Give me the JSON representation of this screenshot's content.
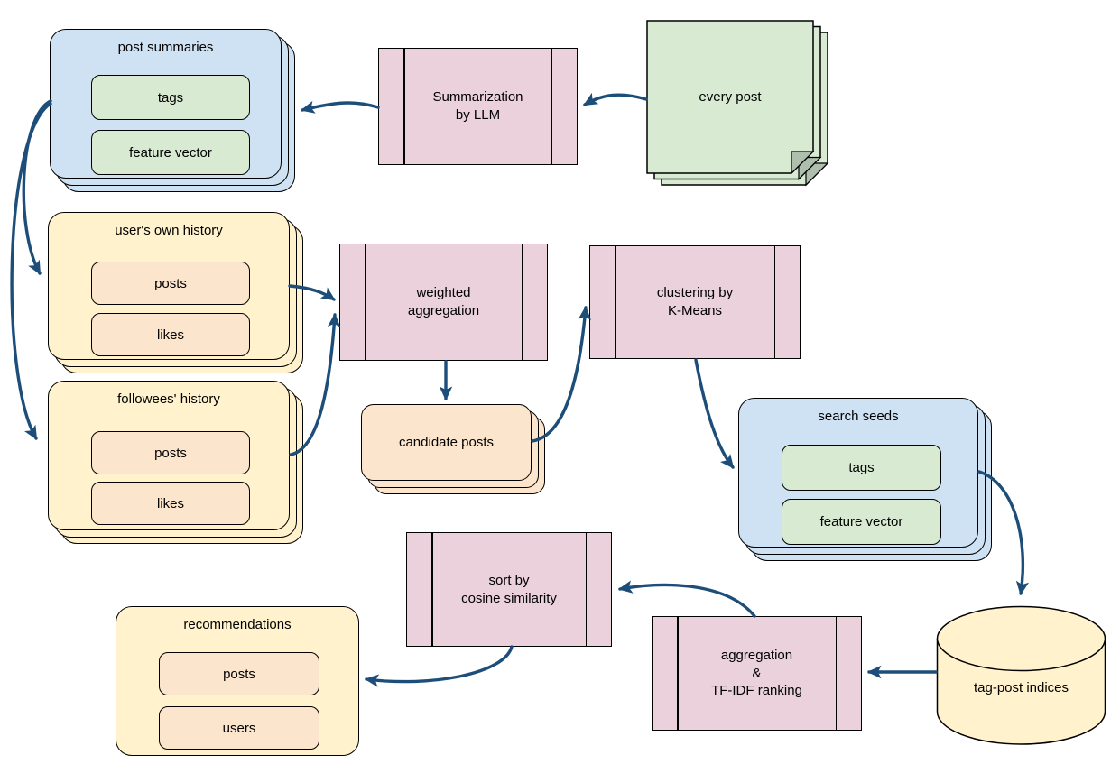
{
  "colors": {
    "blue": "#cfe2f3",
    "green": "#d9ead3",
    "yellow": "#fff2cc",
    "peach": "#fce5cd",
    "pink": "#ead1dc",
    "doc_fold": "#aebfae",
    "arrow": "#1d4e79",
    "border": "#000000"
  },
  "nodes": {
    "post_summaries": {
      "title": "post summaries",
      "tags": "tags",
      "feature_vector": "feature vector"
    },
    "summarization": {
      "label": "Summarization\nby LLM"
    },
    "every_post": {
      "label": "every post"
    },
    "users_own_history": {
      "title": "user's own history",
      "posts": "posts",
      "likes": "likes"
    },
    "followees_history": {
      "title": "followees' history",
      "posts": "posts",
      "likes": "likes"
    },
    "weighted_aggregation": {
      "label": "weighted\naggregation"
    },
    "clustering_kmeans": {
      "label": "clustering by\nK-Means"
    },
    "candidate_posts": {
      "label": "candidate posts"
    },
    "search_seeds": {
      "title": "search seeds",
      "tags": "tags",
      "feature_vector": "feature vector"
    },
    "sort_cosine": {
      "label": "sort by\ncosine similarity"
    },
    "aggregation_tfidf": {
      "label": "aggregation\n&\nTF-IDF ranking"
    },
    "tag_post_indices": {
      "label": "tag-post indices"
    },
    "recommendations": {
      "title": "recommendations",
      "posts": "posts",
      "users": "users"
    }
  },
  "edges": [
    {
      "from": "every_post",
      "to": "summarization"
    },
    {
      "from": "summarization",
      "to": "post_summaries"
    },
    {
      "from": "post_summaries",
      "to": "users_own_history"
    },
    {
      "from": "post_summaries",
      "to": "followees_history"
    },
    {
      "from": "users_own_history",
      "to": "weighted_aggregation"
    },
    {
      "from": "followees_history",
      "to": "weighted_aggregation"
    },
    {
      "from": "weighted_aggregation",
      "to": "candidate_posts"
    },
    {
      "from": "candidate_posts",
      "to": "clustering_kmeans"
    },
    {
      "from": "clustering_kmeans",
      "to": "search_seeds"
    },
    {
      "from": "search_seeds",
      "to": "tag_post_indices"
    },
    {
      "from": "tag_post_indices",
      "to": "aggregation_tfidf"
    },
    {
      "from": "aggregation_tfidf",
      "to": "sort_cosine"
    },
    {
      "from": "sort_cosine",
      "to": "recommendations"
    }
  ]
}
